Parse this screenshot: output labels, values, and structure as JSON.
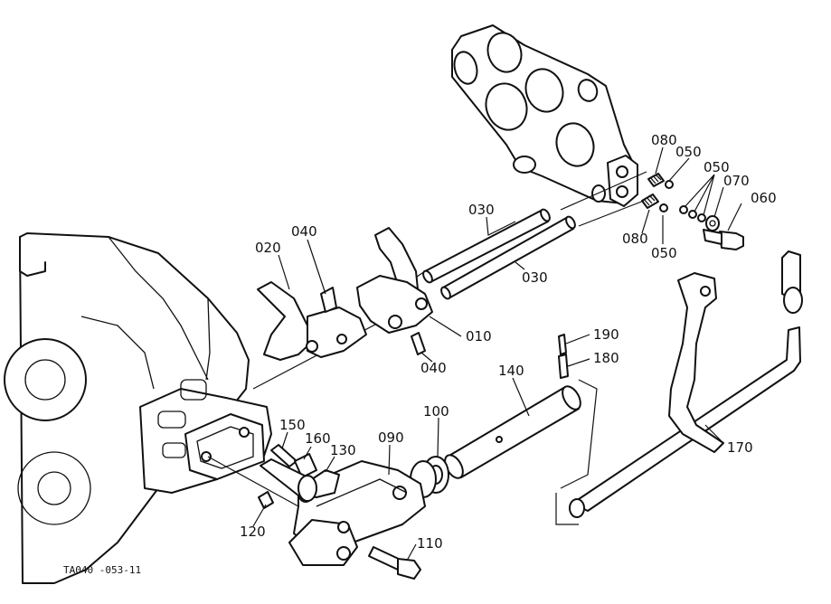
{
  "drawing_ref": "TA040 -053-11",
  "parts": [
    {
      "id": "p080a",
      "label": "080"
    },
    {
      "id": "p050a",
      "label": "050"
    },
    {
      "id": "p050b",
      "label": "050"
    },
    {
      "id": "p070",
      "label": "070"
    },
    {
      "id": "p060",
      "label": "060"
    },
    {
      "id": "p030a",
      "label": "030"
    },
    {
      "id": "p030b",
      "label": "030"
    },
    {
      "id": "p080b",
      "label": "080"
    },
    {
      "id": "p050c",
      "label": "050"
    },
    {
      "id": "p020",
      "label": "020"
    },
    {
      "id": "p040a",
      "label": "040"
    },
    {
      "id": "p010",
      "label": "010"
    },
    {
      "id": "p040b",
      "label": "040"
    },
    {
      "id": "p190",
      "label": "190"
    },
    {
      "id": "p180",
      "label": "180"
    },
    {
      "id": "p140",
      "label": "140"
    },
    {
      "id": "p100",
      "label": "100"
    },
    {
      "id": "p150",
      "label": "150"
    },
    {
      "id": "p160",
      "label": "160"
    },
    {
      "id": "p130",
      "label": "130"
    },
    {
      "id": "p090",
      "label": "090"
    },
    {
      "id": "p170",
      "label": "170"
    },
    {
      "id": "p120",
      "label": "120"
    },
    {
      "id": "p110",
      "label": "110"
    }
  ]
}
